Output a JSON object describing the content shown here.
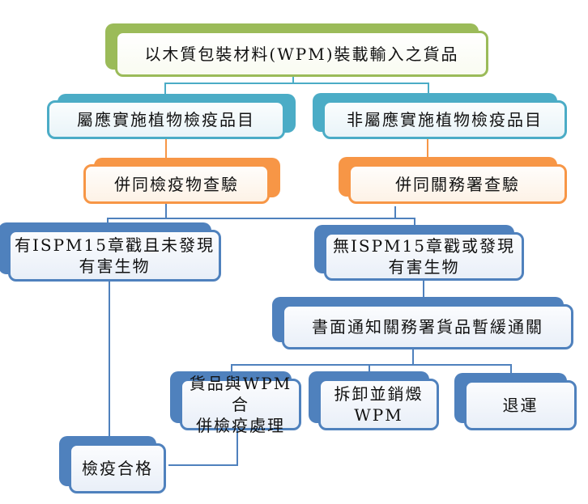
{
  "flowchart": {
    "language": "zh-TW",
    "colors": {
      "green": "#9BBB59",
      "teal": "#4BACC6",
      "orange": "#F79646",
      "blue": "#4F81BD"
    },
    "nodes": {
      "start": {
        "label": "以木質包裝材料(WPM)裝載輸入之貨品",
        "color": "#9BBB59"
      },
      "quarantine_list": {
        "label": "屬應實施植物檢疫品目",
        "color": "#4BACC6"
      },
      "non_quarantine_list": {
        "label": "非屬應實施植物檢疫品目",
        "color": "#4BACC6"
      },
      "inspect_with_quarantine": {
        "label": "併同檢疫物查驗",
        "color": "#F79646"
      },
      "inspect_with_customs": {
        "label": "併同關務署查驗",
        "color": "#F79646"
      },
      "ispm15_ok": {
        "label": "有ISPM15章戳且未發現\n有害生物",
        "color": "#4F81BD"
      },
      "ispm15_fail": {
        "label": "無ISPM15章戳或發現\n有害生物",
        "color": "#4F81BD"
      },
      "notify_customs": {
        "label": "書面通知關務署貨品暫緩通關",
        "color": "#4F81BD"
      },
      "treat_together": {
        "label": "貨品與WPM合\n併檢疫處理",
        "color": "#4F81BD"
      },
      "destroy_wpm": {
        "label": "拆卸並銷燬\nWPM",
        "color": "#4F81BD"
      },
      "return_shipment": {
        "label": "退運",
        "color": "#4F81BD"
      },
      "quarantine_passed": {
        "label": "檢疫合格",
        "color": "#4F81BD"
      }
    },
    "edges": [
      {
        "from": "start",
        "to": "quarantine_list"
      },
      {
        "from": "start",
        "to": "non_quarantine_list"
      },
      {
        "from": "quarantine_list",
        "to": "inspect_with_quarantine"
      },
      {
        "from": "non_quarantine_list",
        "to": "inspect_with_customs"
      },
      {
        "from": "inspect_with_quarantine",
        "to": "ispm15_ok"
      },
      {
        "from": "inspect_with_quarantine",
        "to": "ispm15_fail"
      },
      {
        "from": "inspect_with_customs",
        "to": "ispm15_ok"
      },
      {
        "from": "inspect_with_customs",
        "to": "ispm15_fail"
      },
      {
        "from": "ispm15_ok",
        "to": "quarantine_passed"
      },
      {
        "from": "ispm15_fail",
        "to": "notify_customs"
      },
      {
        "from": "notify_customs",
        "to": "treat_together"
      },
      {
        "from": "notify_customs",
        "to": "destroy_wpm"
      },
      {
        "from": "notify_customs",
        "to": "return_shipment"
      },
      {
        "from": "treat_together",
        "to": "quarantine_passed"
      }
    ]
  }
}
